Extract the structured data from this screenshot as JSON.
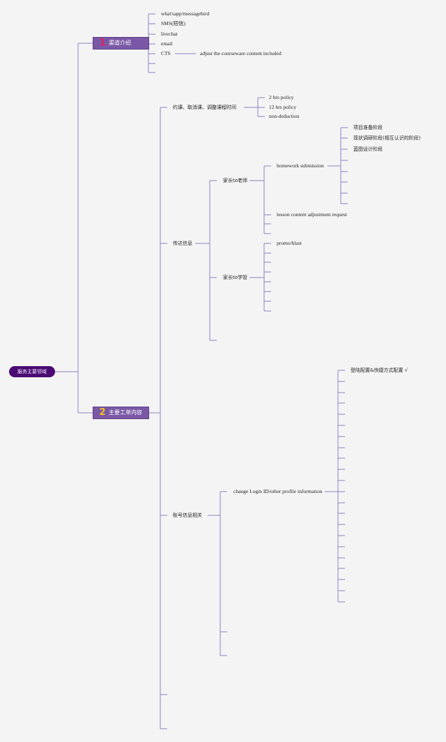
{
  "colors": {
    "line": "#8c82c4",
    "root_bg": "#4b0b72",
    "branch_bg": "#7b58a6",
    "badge_1": "#e0245e",
    "badge_2": "#f5c518",
    "background": "#f4f4f4"
  },
  "root": {
    "label": "服务主要领域"
  },
  "branch1": {
    "number": "1",
    "label": "渠道介绍",
    "items": [
      "what'sapp/messagebird",
      "SMS(短信)",
      "livechat",
      "email",
      "CTS"
    ],
    "cts_note": "adjust the courseware content included"
  },
  "branch2": {
    "number": "2",
    "label": "主要工单内容",
    "booking": {
      "label": "约课、取消课、调整课程时间",
      "items": [
        "2 hrs policy",
        "12 hrs policy",
        "non-deduction"
      ]
    },
    "convey": {
      "label": "传达信息",
      "parent_teacher": {
        "label": "家长to老师",
        "homework": {
          "label": "homework submission",
          "items": [
            "项目准备阶段",
            "现状调研阶段(相互认识的阶段)",
            "蓝图设计阶段"
          ]
        },
        "lesson_adjust": "lesson content adjustment request"
      },
      "parent_admin": {
        "label": "家长to学管",
        "promo": "promo/blast"
      }
    },
    "account": {
      "label": "账号信息相关",
      "change_login": {
        "label": "change Login ID/other profile information",
        "first_item": "登陆配置&快捷方式配置 √"
      }
    }
  }
}
